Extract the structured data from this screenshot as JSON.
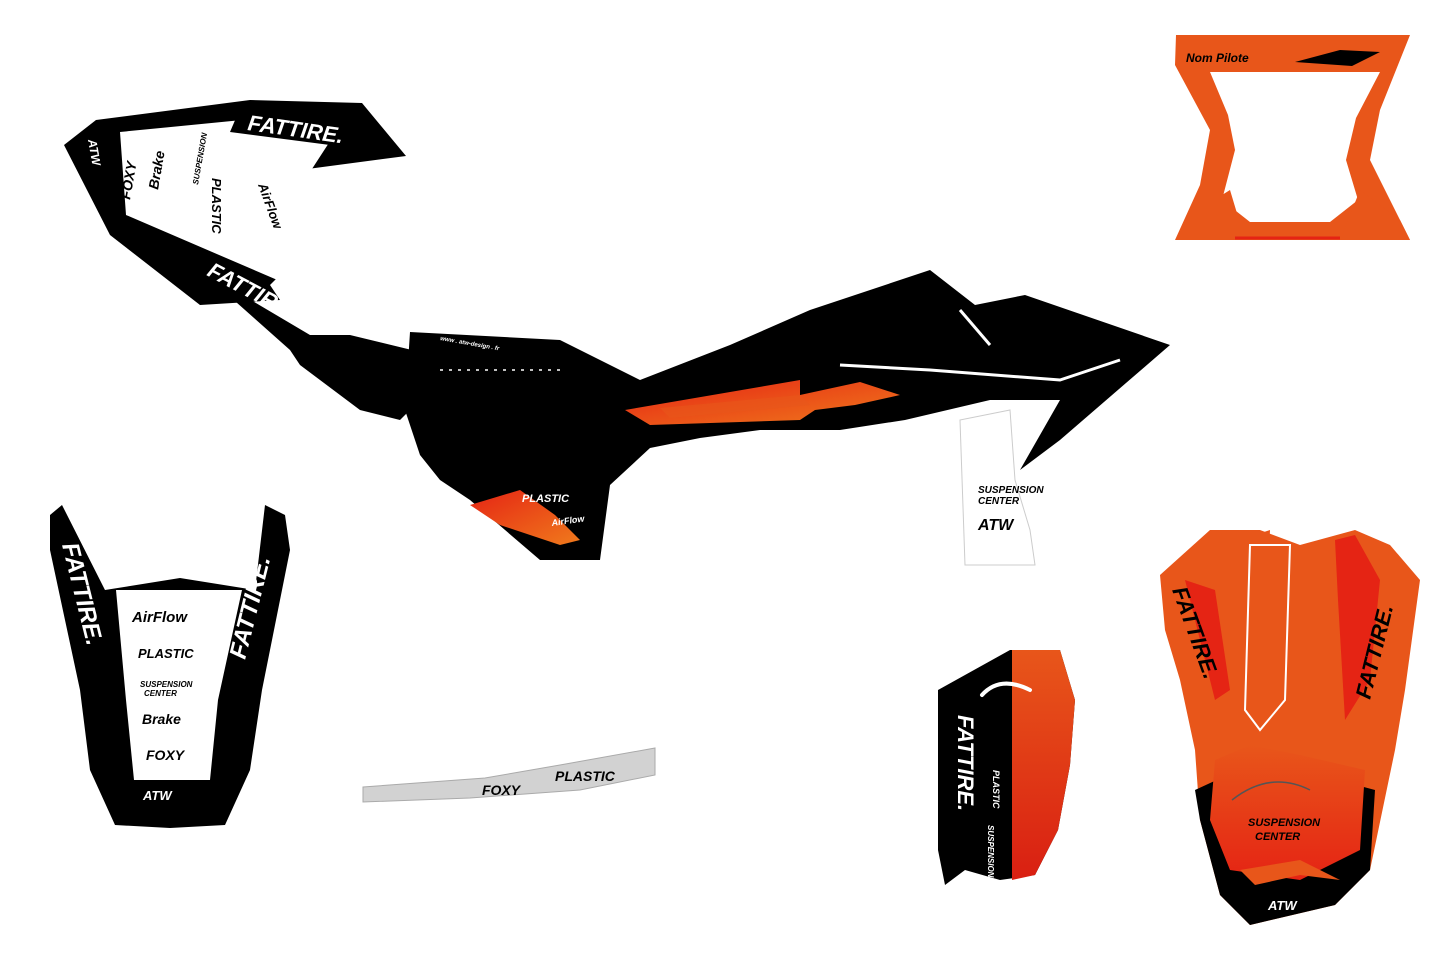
{
  "colors": {
    "black": "#000000",
    "orange": "#e8561a",
    "red": "#e52414",
    "white": "#ffffff",
    "grey": "#d2d2d2"
  },
  "sponsors": {
    "fattire": "FATTIRE.",
    "airflow": "AirFlow",
    "plastic": "PLASTIC",
    "suspension": "SUSPENSION",
    "center": "CENTER",
    "brake": "Brake",
    "foxy": "FOXY",
    "atw": "ATW"
  },
  "plate": {
    "name_label": "Nom Pilote"
  },
  "website": "www . atw-design . fr"
}
